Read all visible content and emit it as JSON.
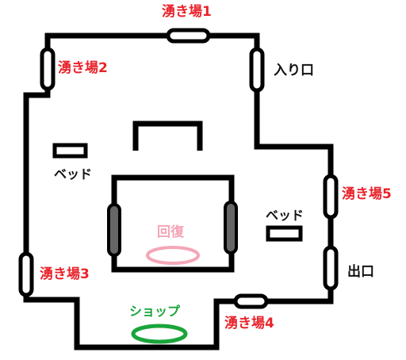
{
  "labels": {
    "spawn1": "湧き場1",
    "spawn2": "湧き場2",
    "spawn3": "湧き場3",
    "spawn4": "湧き場4",
    "spawn5": "湧き場5",
    "entrance": "入り口",
    "exit": "出口",
    "bed_left": "ベッド",
    "bed_right": "ベッド",
    "recovery": "回復",
    "shop": "ショップ"
  },
  "colors": {
    "wall": "#000000",
    "spawn_text": "#e8232b",
    "recovery_text": "#f4a6b7",
    "recovery_zone": "#f4a6b7",
    "shop_text": "#1aa53a",
    "shop_zone": "#1aa53a",
    "inner_marker": "#666666"
  }
}
